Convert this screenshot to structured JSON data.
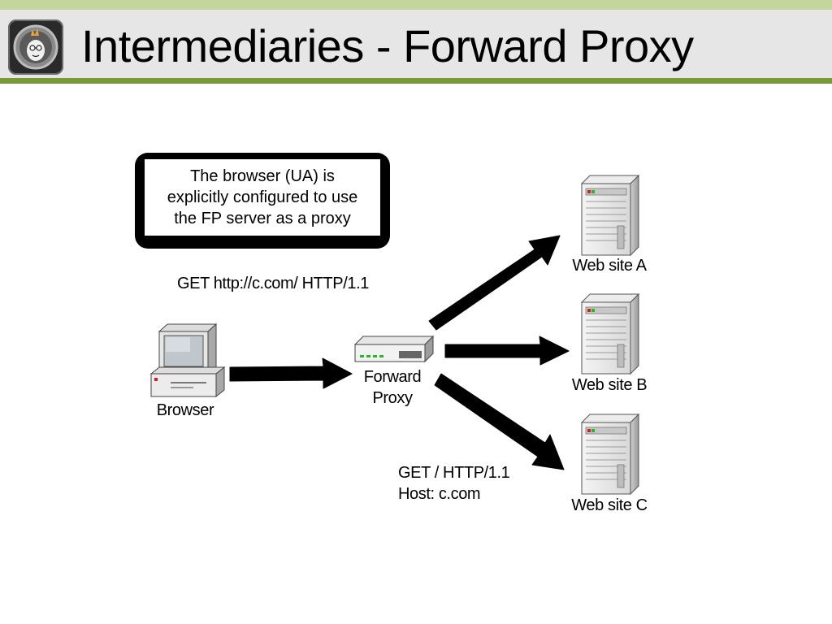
{
  "slide": {
    "title": "Intermediaries - Forward Proxy"
  },
  "diagram": {
    "note": {
      "lines": [
        "The browser (UA) is",
        "explicitly configured to use",
        "the FP server as a proxy"
      ]
    },
    "request_from_browser": "GET http://c.com/ HTTP/1.1",
    "browser_label": "Browser",
    "proxy_label": [
      "Forward",
      "Proxy"
    ],
    "servers": [
      {
        "label": "Web site A"
      },
      {
        "label": "Web site B"
      },
      {
        "label": "Web site C"
      }
    ],
    "request_to_server": [
      "GET / HTTP/1.1",
      "Host: c.com"
    ]
  },
  "colors": {
    "title_bar": "#e6e6e6",
    "accent_stripe": "#c5d69c",
    "title_rule": "#7a9a3a",
    "arrow": "#000000"
  }
}
